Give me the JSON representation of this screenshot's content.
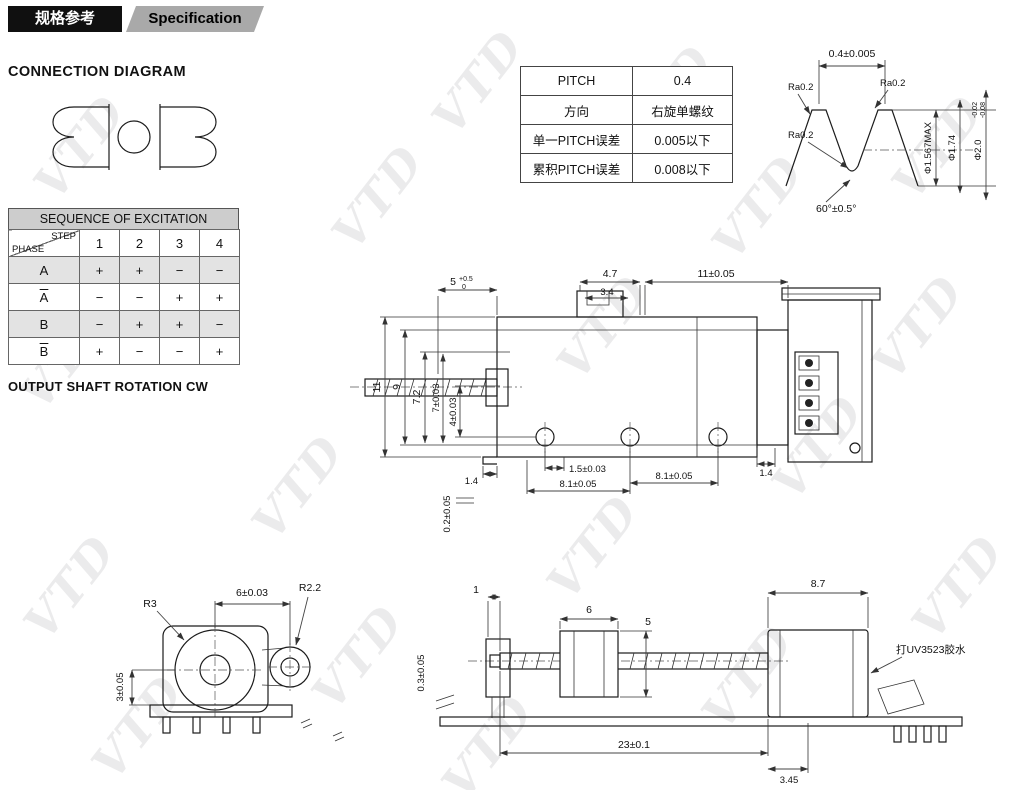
{
  "watermark": {
    "text": "VTD"
  },
  "header": {
    "badge_cn": "规格参考",
    "badge_en": "Specification"
  },
  "connection_diagram": {
    "title": "CONNECTION DIAGRAM"
  },
  "excitation_table": {
    "title": "SEQUENCE OF EXCITATION",
    "corner_top": "STEP",
    "corner_bottom": "PHASE",
    "steps": [
      "1",
      "2",
      "3",
      "4"
    ],
    "rows": [
      {
        "phase": "A",
        "values": [
          "+",
          "+",
          "−",
          "−"
        ]
      },
      {
        "phase": "A",
        "values": [
          "−",
          "−",
          "+",
          "+"
        ]
      },
      {
        "phase": "B",
        "values": [
          "−",
          "+",
          "+",
          "−"
        ]
      },
      {
        "phase": "B",
        "values": [
          "+",
          "−",
          "−",
          "+"
        ]
      }
    ],
    "footer": "OUTPUT SHAFT ROTATION CW"
  },
  "pitch_table": {
    "rows": [
      {
        "label": "PITCH",
        "value": "0.4"
      },
      {
        "label": "方向",
        "value": "右旋单螺纹"
      },
      {
        "label": "单一PITCH误差",
        "value": "0.005以下"
      },
      {
        "label": "累积PITCH误差",
        "value": "0.008以下"
      }
    ]
  },
  "thread_detail": {
    "pitch_dim": "0.4±0.005",
    "ra_top_left": "Ra0.2",
    "ra_top_right": "Ra0.2",
    "ra_root": "Ra0.2",
    "angle": "60°±0.5°",
    "minor_dia": "Φ1.567MAX",
    "pitch_dia": "Φ1.74",
    "major_dia": "Φ2.0",
    "major_tol_top": "-0.02",
    "major_tol_bottom": "-0.08"
  },
  "main_view": {
    "dims": {
      "screw_len": "5",
      "screw_len_tol_top": "+0.5",
      "screw_len_tol_bottom": "0",
      "tab_outer": "4.7",
      "tab_inner": "3.4",
      "motor_len": "11±0.05",
      "height_total": "11",
      "height_9": "9",
      "height_72": "7.2",
      "height_7": "7±0.03",
      "height_4": "4±0.03",
      "hole_offset": "1.5±0.03",
      "hole_pitch_a": "8.1±0.05",
      "hole_pitch_b": "8.1±0.05",
      "gap_right": "1.4",
      "gap_left": "1.4",
      "step_height": "0.2±0.05"
    }
  },
  "front_view": {
    "dims": {
      "center_dist": "6±0.03",
      "radius_main": "R3",
      "radius_lug": "R2.2",
      "center_height": "3±0.05"
    }
  },
  "side_view": {
    "dims": {
      "tip_len": "1",
      "slider_len": "6",
      "slider_height": "5",
      "motor_len": "8.7",
      "clearance": "0.3±0.05",
      "total_len": "23±0.1",
      "tail_len": "3.45"
    },
    "note": "打UV3523胶水"
  }
}
